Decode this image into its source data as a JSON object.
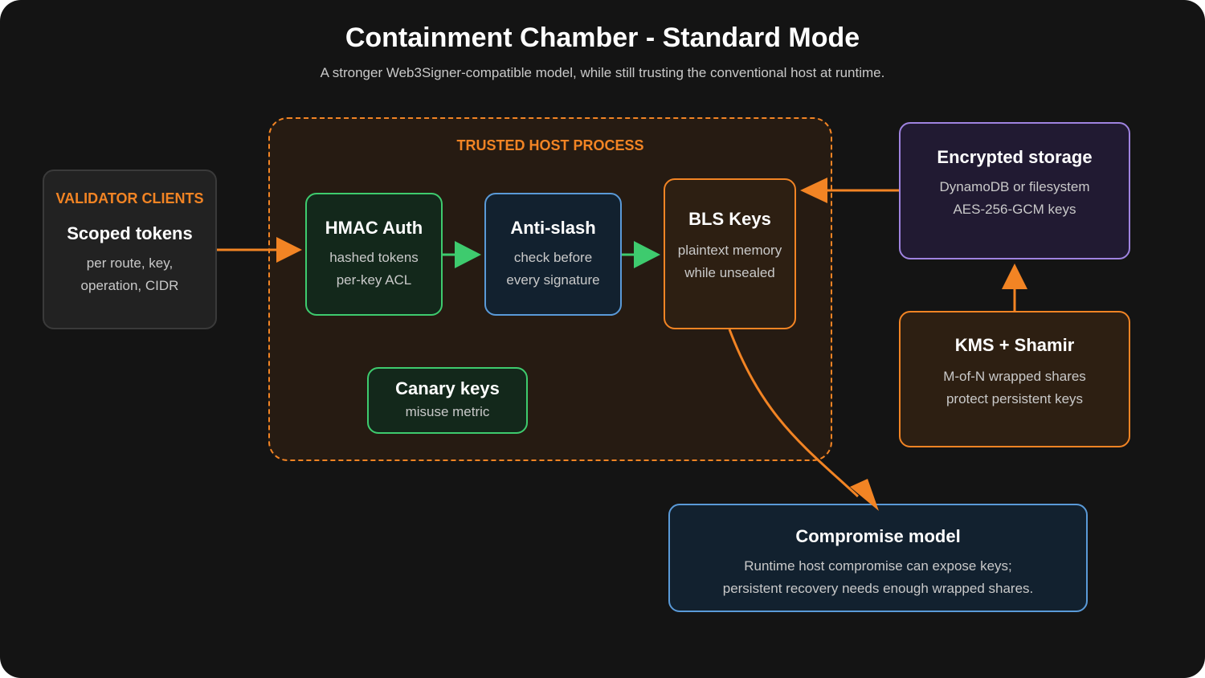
{
  "title": "Containment Chamber - Standard Mode",
  "subtitle": "A stronger Web3Signer-compatible model, while still trusting the conventional host at runtime.",
  "zone": {
    "label": "TRUSTED HOST PROCESS"
  },
  "clients": {
    "tag": "VALIDATOR CLIENTS",
    "heading": "Scoped tokens",
    "lines": [
      "per route, key,",
      "operation, CIDR"
    ]
  },
  "hmac": {
    "heading": "HMAC Auth",
    "lines": [
      "hashed tokens",
      "per-key ACL"
    ]
  },
  "antislash": {
    "heading": "Anti-slash",
    "lines": [
      "check before",
      "every signature"
    ]
  },
  "bls": {
    "heading": "BLS Keys",
    "lines": [
      "plaintext memory",
      "while unsealed"
    ]
  },
  "canary": {
    "heading": "Canary keys",
    "lines": [
      "misuse metric"
    ]
  },
  "storage": {
    "heading": "Encrypted storage",
    "lines": [
      "DynamoDB or filesystem",
      "AES-256-GCM keys"
    ]
  },
  "kms": {
    "heading": "KMS + Shamir",
    "lines": [
      "M-of-N wrapped shares",
      "protect persistent keys"
    ]
  },
  "compromise": {
    "heading": "Compromise model",
    "lines": [
      "Runtime host compromise can expose keys;",
      "persistent recovery needs enough wrapped shares."
    ]
  },
  "colors": {
    "orange": "#f28424",
    "green": "#3ecb6e",
    "blue": "#5a9ad8",
    "purple": "#9f83e0",
    "background": "#141414"
  }
}
